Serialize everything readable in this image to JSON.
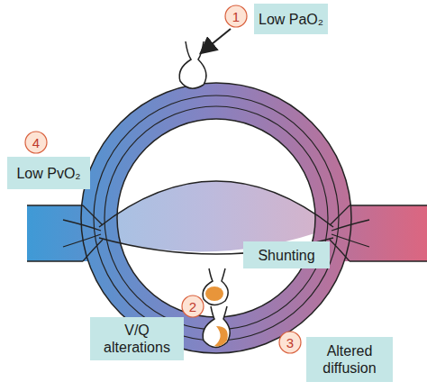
{
  "diagram": {
    "nodes": [
      {
        "text": [
          "Low PaO₂"
        ]
      },
      {
        "text": [
          "Low PvO₂"
        ]
      },
      {
        "text": [
          "Shunting"
        ]
      },
      {
        "text": [
          "V/Q alterations"
        ]
      },
      {
        "text": [
          "Altered diffusion"
        ]
      }
    ],
    "labels": [
      "1",
      "4",
      "2",
      "3"
    ]
  }
}
